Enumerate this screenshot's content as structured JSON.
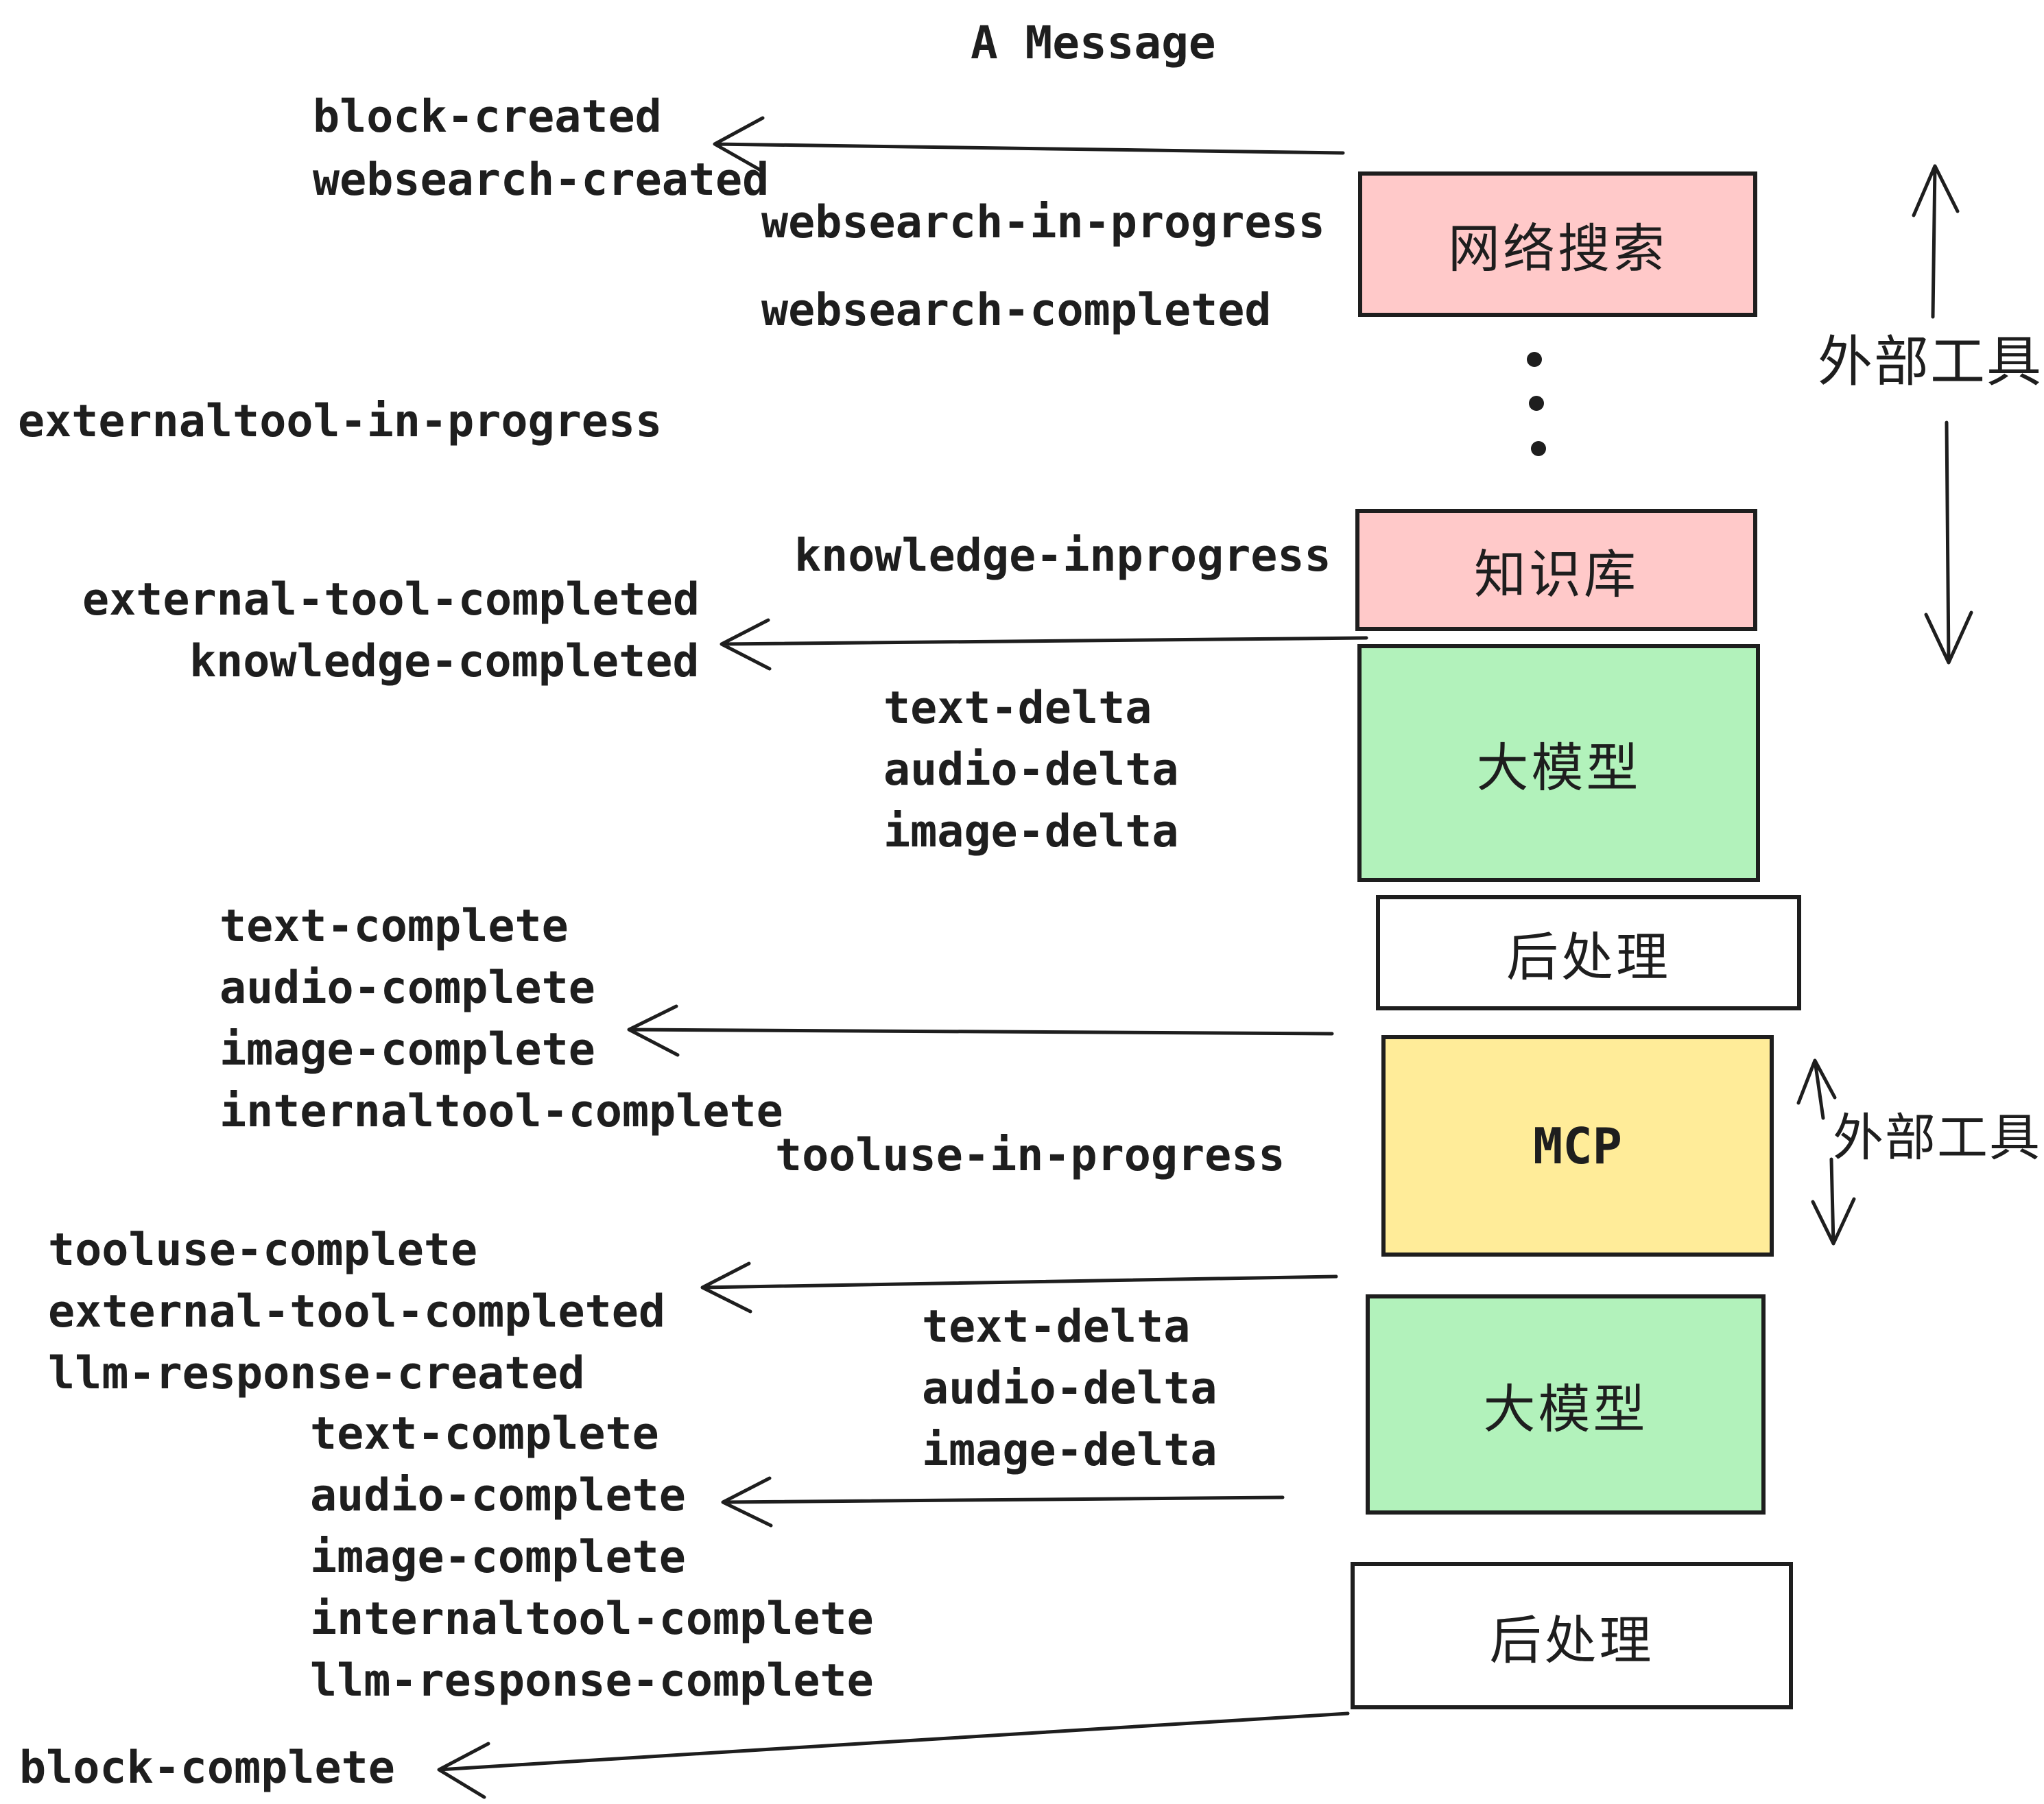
{
  "title": "A Message",
  "colors": {
    "stroke": "#1e1e1e",
    "pink": "#ffc9c9",
    "green": "#b2f2bb",
    "yellow": "#ffec99",
    "white": "#ffffff"
  },
  "nodes": [
    {
      "label": "网络搜索",
      "fill": "pink"
    },
    {
      "label": "知识库",
      "fill": "pink"
    },
    {
      "label": "大模型",
      "fill": "green"
    },
    {
      "label": "后处理",
      "fill": "white"
    },
    {
      "label": "MCP",
      "fill": "yellow"
    },
    {
      "label": "大模型",
      "fill": "green"
    },
    {
      "label": "后处理",
      "fill": "white"
    }
  ],
  "side_labels": {
    "external_tools_top": "外部工具",
    "external_tools_mcp": "外部工具"
  },
  "events": {
    "block_created": "block-created",
    "websearch_created": "websearch-created",
    "websearch_in_progress": "websearch-in-progress",
    "websearch_completed": "websearch-completed",
    "externaltool_in_progress": "externaltool-in-progress",
    "knowledge_inprogress": "knowledge-inprogress",
    "external_tool_completed_1": "external-tool-completed",
    "knowledge_completed": "knowledge-completed",
    "text_delta_1": "text-delta",
    "audio_delta_1": "audio-delta",
    "image_delta_1": "image-delta",
    "text_complete_1": "text-complete",
    "audio_complete_1": "audio-complete",
    "image_complete_1": "image-complete",
    "internaltool_complete_1": "internaltool-complete",
    "tooluse_in_progress": "tooluse-in-progress",
    "tooluse_complete": "tooluse-complete",
    "external_tool_completed_2": "external-tool-completed",
    "llm_response_created": "llm-response-created",
    "text_delta_2": "text-delta",
    "audio_delta_2": "audio-delta",
    "image_delta_2": "image-delta",
    "text_complete_2": "text-complete",
    "audio_complete_2": "audio-complete",
    "image_complete_2": "image-complete",
    "internaltool_complete_2": "internaltool-complete",
    "llm_response_complete": "llm-response-complete",
    "block_complete": "block-complete"
  }
}
